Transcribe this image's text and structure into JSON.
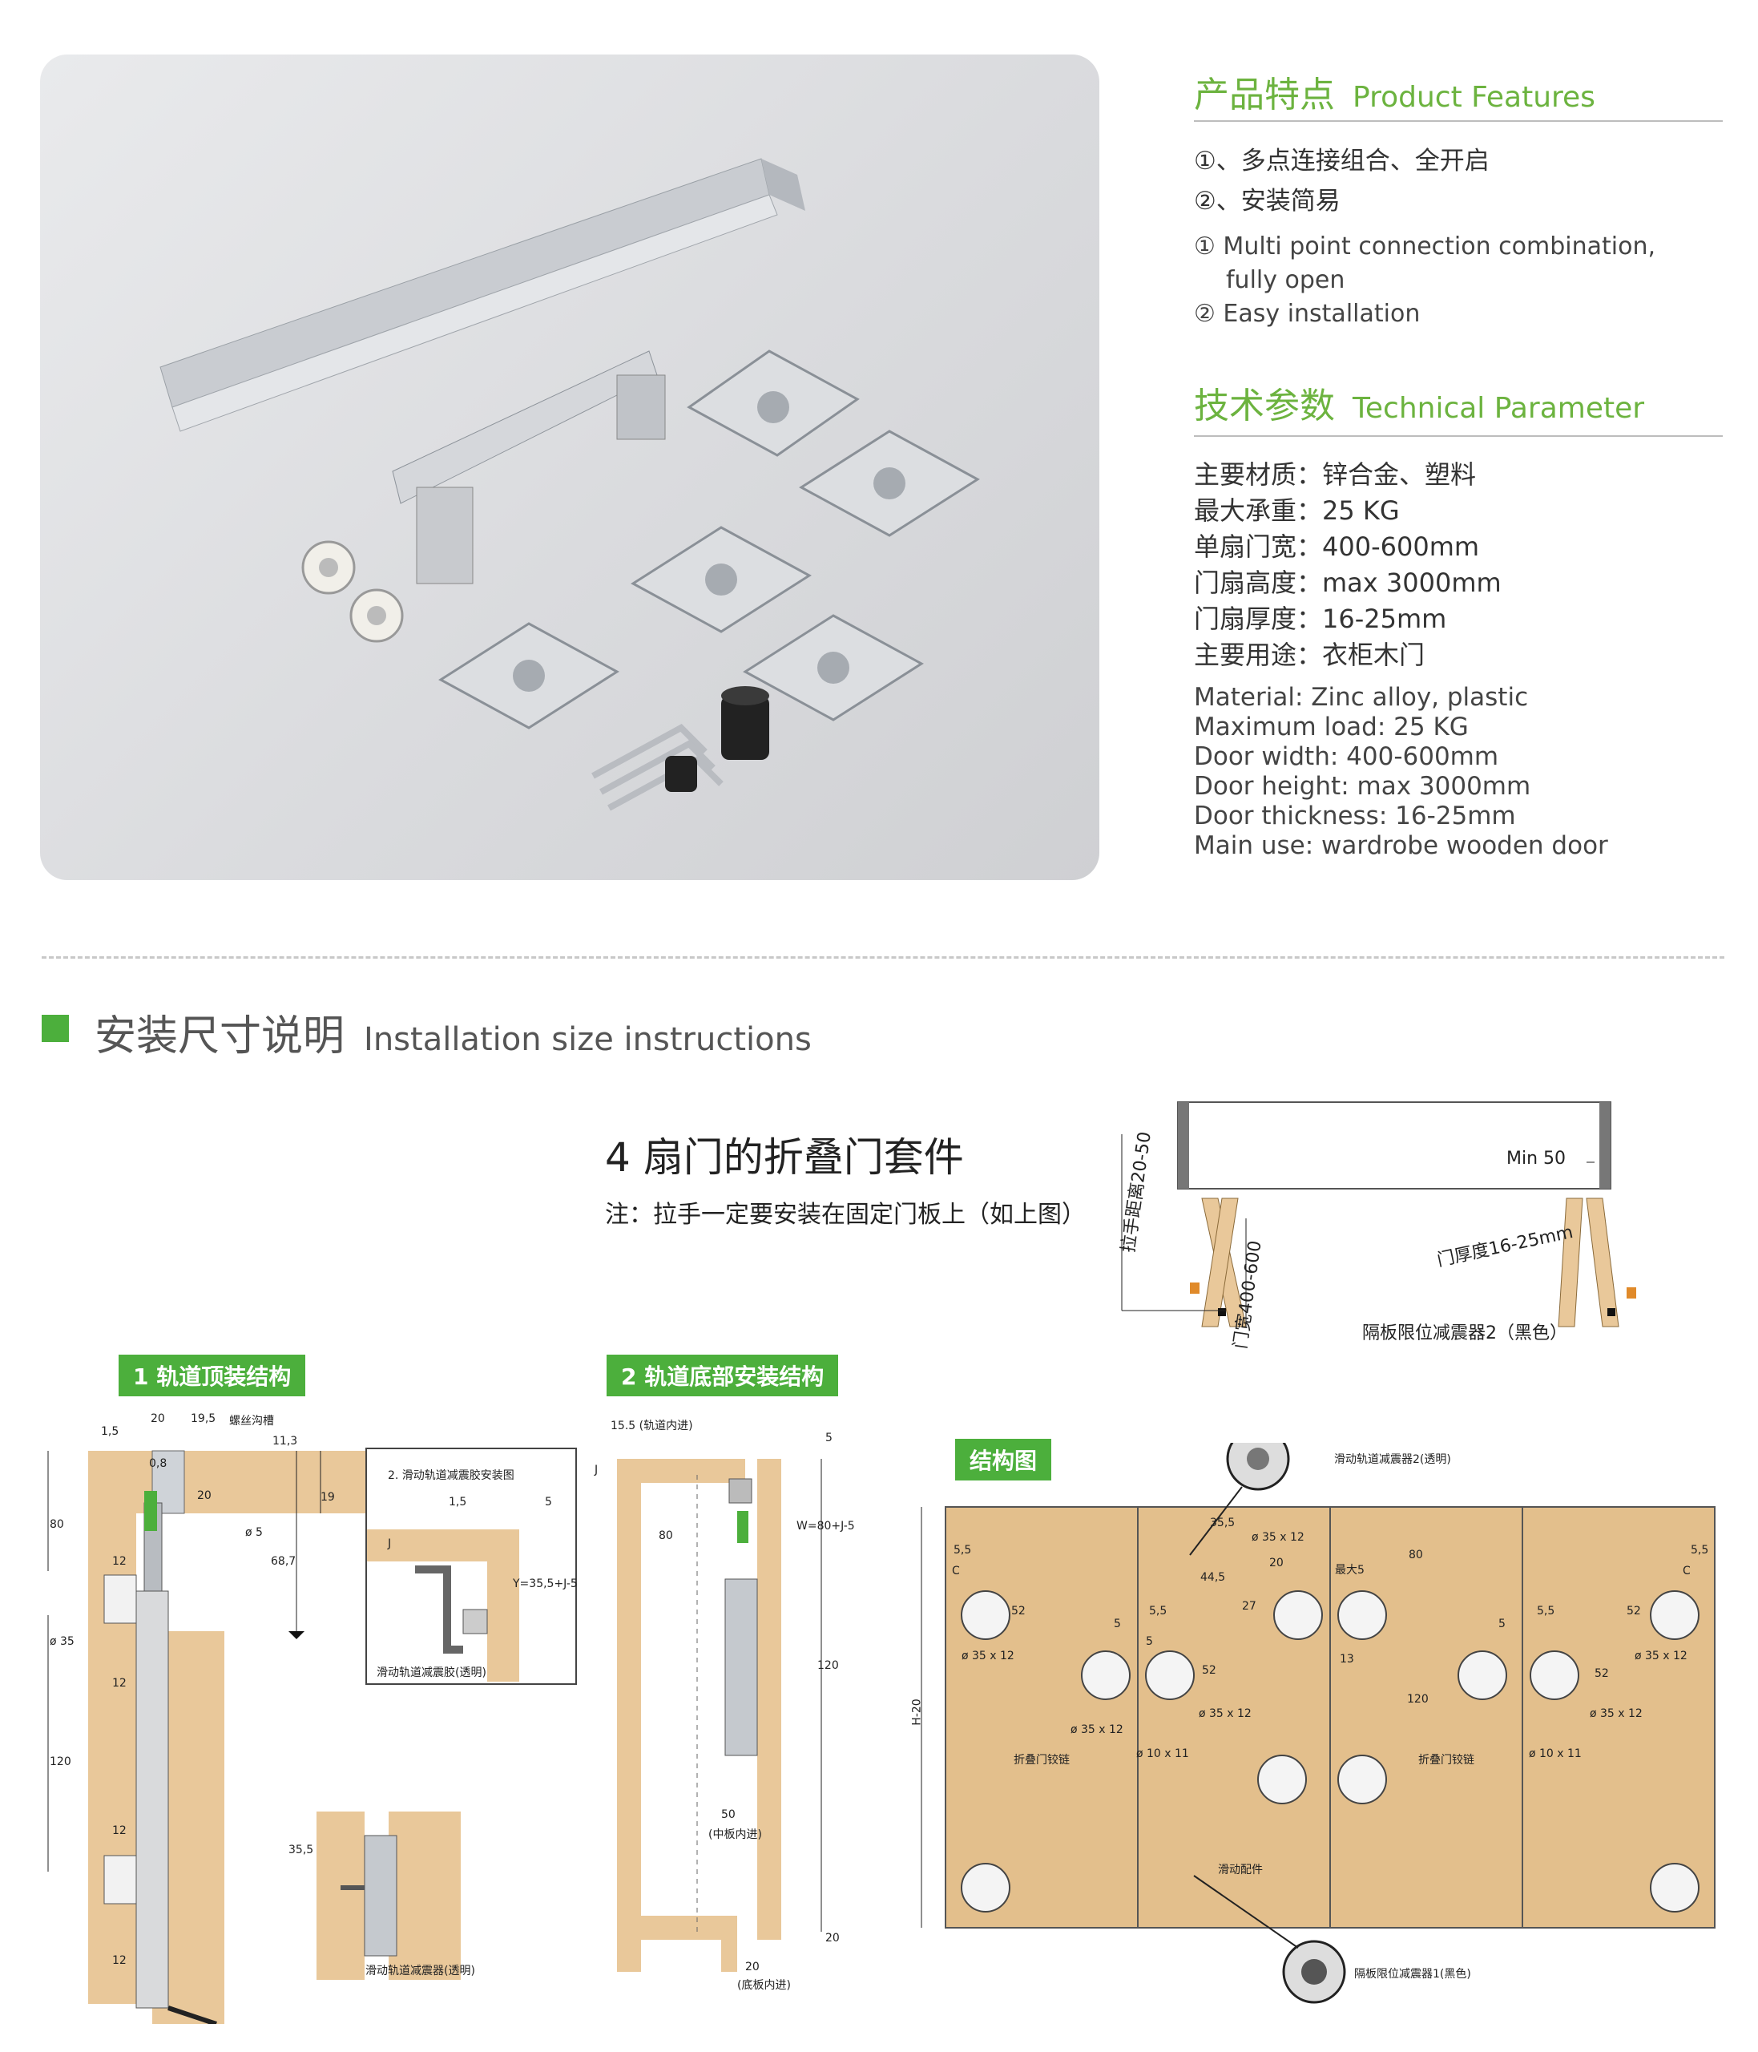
{
  "features": {
    "title_cn": "产品特点",
    "title_en": "Product Features",
    "items_cn": [
      "①、多点连接组合、全开启",
      "②、安装简易"
    ],
    "items_en": [
      "① Multi point connection combination,",
      "fully open",
      "② Easy installation"
    ]
  },
  "parameters": {
    "title_cn": "技术参数",
    "title_en": "Technical Parameter",
    "rows_cn": [
      "主要材质：锌合金、塑料",
      "最大承重：25 KG",
      "单扇门宽：400-600mm",
      "门扇高度：max 3000mm",
      "门扇厚度：16-25mm",
      "主要用途：衣柜木门"
    ],
    "rows_en": [
      "Material: Zinc alloy, plastic",
      "Maximum load: 25 KG",
      "Door width: 400-600mm",
      "Door height: max 3000mm",
      "Door thickness: 16-25mm",
      "Main use: wardrobe wooden door"
    ]
  },
  "installation": {
    "title_cn": "安装尺寸说明",
    "title_en": "Installation size instructions",
    "kit_title": "4 扇门的折叠门套件",
    "kit_note": "注：拉手一定要安装在固定门板上（如上图）",
    "top_view": {
      "handle_distance": "拉手距离20-50",
      "door_width": "门宽400-600",
      "min": "Min 50",
      "thickness": "门厚度16-25mm",
      "damper2": "隔板限位减震器2（黑色）"
    },
    "labels": {
      "top_mount": "1 轨道顶装结构",
      "bottom_mount": "2 轨道底部安装结构",
      "structure": "结构图"
    },
    "d1": {
      "dims": [
        "1,5",
        "20",
        "19,5",
        "螺丝沟槽",
        "11,3",
        "0,8",
        "20",
        "19",
        "ø 5",
        "68,7",
        "80",
        "12",
        "ø 35",
        "12",
        "120",
        "12",
        "12",
        "35,5"
      ],
      "inset_title": "2. 滑动轨道减震胶安装图",
      "inset_dims": [
        "1,5",
        "5",
        "J",
        "Y=35,5+J-5"
      ],
      "inset_label": "滑动轨道减震胶(透明)",
      "inset2_label": "滑动轨道减震器(透明)"
    },
    "d2": {
      "dims": [
        "15.5 (轨道内进)",
        "5",
        "J",
        "80",
        "W=80+J-5",
        "120",
        "50",
        "(中板内进)",
        "20",
        "20",
        "(底板内进)"
      ]
    },
    "d3": {
      "dims": [
        "5,5",
        "C",
        "52",
        "ø 35 x 12",
        "5",
        "ø 35 x 12",
        "5,5",
        "5",
        "52",
        "ø 35 x 12",
        "ø 10 x 11",
        "35,5",
        "ø 35 x 12",
        "20",
        "44,5",
        "27",
        "最大5",
        "80",
        "13",
        "120",
        "5",
        "5,5",
        "52",
        "ø 35 x 12",
        "ø 10 x 11",
        "5,5",
        "C",
        "52",
        "ø 35 x 12",
        "H-20"
      ],
      "hinge_label": "折叠门铰链",
      "slide_label": "滑动配件",
      "damper_top": "滑动轨道减震器2(透明)",
      "damper_bottom": "隔板限位减震器1(黑色)"
    }
  }
}
